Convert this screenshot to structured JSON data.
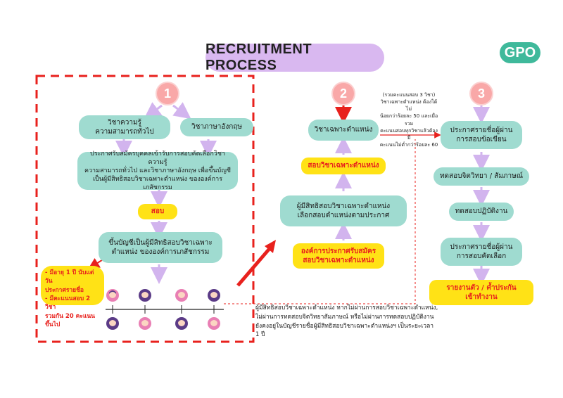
{
  "header": {
    "title": "RECRUITMENT PROCESS",
    "logo": "GPO"
  },
  "colors": {
    "teal": "#9fdbd0",
    "yellow": "#ffe216",
    "purple": "#d9b8f0",
    "red": "#e8211d",
    "pink": "#f9a8a8",
    "logo_green": "#3fb99b"
  },
  "step1": {
    "number": "1",
    "knowledge": "วิชาความรู้\nความสามารถทั่วไป",
    "english": "วิชาภาษาอังกฤษ",
    "announce": "ประกาศรับสมัครบุคคลเข้ารับการสอบคัดเลือกวิชาความรู้\nความสามารถทั่วไป และวิชาภาษาอังกฤษ เพื่อขึ้นบัญชี\nเป็นผู้มีสิทธิสอบวิชาเฉพาะตำแหน่ง ขององค์การเภสัชกรรม",
    "exam": "สอบ",
    "register": "ขึ้นบัญชีเป็นผู้มีสิทธิสอบวิชาเฉพาะ\nตำแหน่ง ขององค์การเภสัชกรรม",
    "side_note": "- มีอายุ 1 ปี นับแต่วัน\nประกาศรายชื่อ\n- มีคะแนนสอบ 2 วิชา\nรวมกัน 20 คะแนนขึ้นไป"
  },
  "step2": {
    "number": "2",
    "specific": "วิชาเฉพาะตำแหน่ง",
    "exam_specific": "สอบวิชาเฉพาะตำแหน่ง",
    "choose": "ผู้มีสิทธิสอบวิชาเฉพาะตำแหน่ง\nเลือกสอบตำแหน่งตามประกาศ",
    "org_announce": "องค์การประกาศรับสมัคร\nสอบวิชาเฉพาะตำแหน่ง",
    "criteria_note": "(รวมคะแนนสอบ 3 วิชา)\nวิชาเฉพาะตำแหน่ง ต้องได้ไม่\nน้อยกว่าร้อยละ 50 และเมื่อรวม\nคะแนนสอบทุกวิชาแล้วต้องมี\nคะแนนไม่ต่ำกว่าร้อยละ 60"
  },
  "step3": {
    "number": "3",
    "announce_pass": "ประกาศรายชื่อผู้ผ่าน\nการสอบข้อเขียน",
    "psych": "ทดสอบจิตวิทยา / สัมภาษณ์",
    "practical": "ทดสอบปฏิบัติงาน",
    "announce_selected": "ประกาศรายชื่อผู้ผ่าน\nการสอบคัดเลือก",
    "report": "รายงานตัว / ค้ำประกัน\nเข้าทำงาน"
  },
  "bottom_note": "ผู้มีสิทธิสอบวิชาเฉพาะตำแหน่ง หากไม่ผ่านการสอบวิชาเฉพาะตำแหน่ง,\nไม่ผ่านการทดสอบจิตวิทยาสัมภาษณ์ หรือไม่ผ่านการทดสอบปฏิบัติงาน\nยังคงอยู่ในบัญชีรายชื่อผู้มีสิทธิสอบวิชาเฉพาะตำแหน่งฯ เป็นระยะเวลา 1 ปี"
}
